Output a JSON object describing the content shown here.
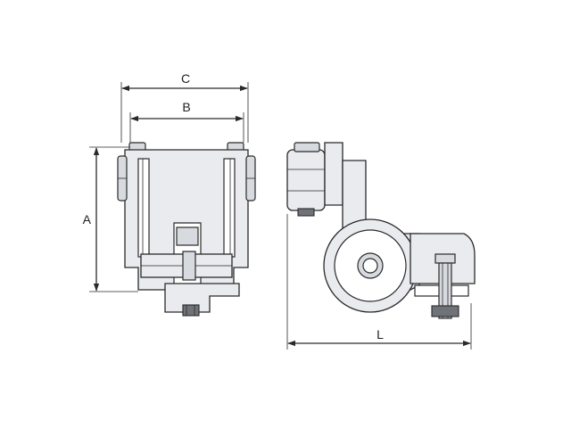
{
  "dimensions": {
    "a": "A",
    "b": "B",
    "c": "C",
    "l": "L"
  },
  "colors": {
    "line": "#2a2a2a",
    "metal_light": "#e9ebee",
    "metal_mid": "#d7dadf",
    "metal_dark": "#6f7378",
    "background": "#ffffff"
  }
}
